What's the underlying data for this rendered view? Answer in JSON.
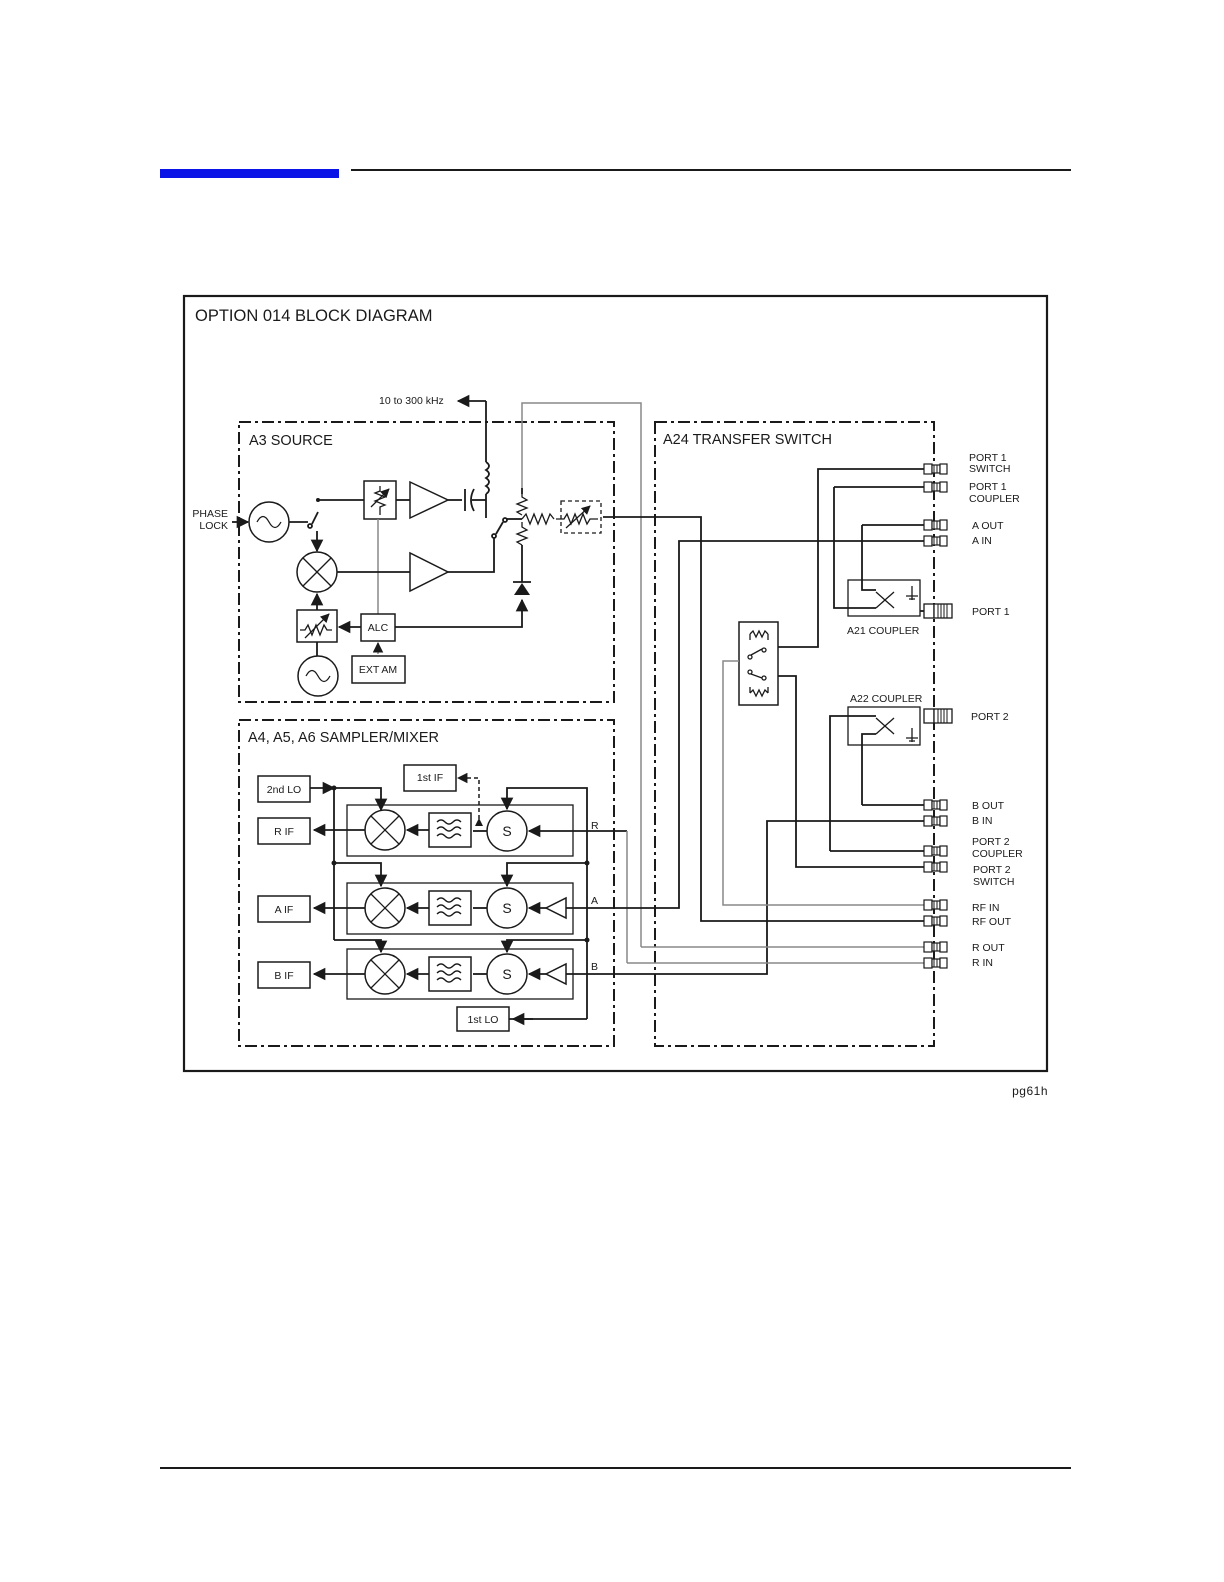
{
  "title": "OPTION 014 BLOCK DIAGRAM",
  "figure_id": "pg61h",
  "colors": {
    "accent_bar": "#0a14e6",
    "line": "#1a1a1a",
    "gray_line": "#888888"
  },
  "sections": {
    "source": "A3  SOURCE",
    "sampler": "A4, A5, A6 SAMPLER/MIXER",
    "transfer": "A24  TRANSFER SWITCH"
  },
  "labels": {
    "freq": "10 to 300 kHz",
    "phase_lock_1": "PHASE",
    "phase_lock_2": "LOCK",
    "alc": "ALC",
    "ext_am": "EXT AM",
    "second_lo": "2nd LO",
    "first_if": "1st IF",
    "r_if": "R  IF",
    "a_if": "A  IF",
    "b_if": "B  IF",
    "first_lo": "1st LO",
    "sampler_s": "S",
    "ch_r": "R",
    "ch_a": "A",
    "ch_b": "B",
    "a21_coupler": "A21 COUPLER",
    "a22_coupler": "A22 COUPLER"
  },
  "ports": {
    "port1_switch_1": "PORT 1",
    "port1_switch_2": "SWITCH",
    "port1_coupler_1": "PORT 1",
    "port1_coupler_2": "COUPLER",
    "a_out": "A OUT",
    "a_in": "A IN",
    "port1": "PORT 1",
    "port2": "PORT 2",
    "b_out": "B OUT",
    "b_in": "B IN",
    "port2_coupler_1": "PORT 2",
    "port2_coupler_2": "COUPLER",
    "port2_switch_1": "PORT 2",
    "port2_switch_2": "SWITCH",
    "rf_in": "RF IN",
    "rf_out": "RF OUT",
    "r_out": "R OUT",
    "r_in": "R IN"
  }
}
